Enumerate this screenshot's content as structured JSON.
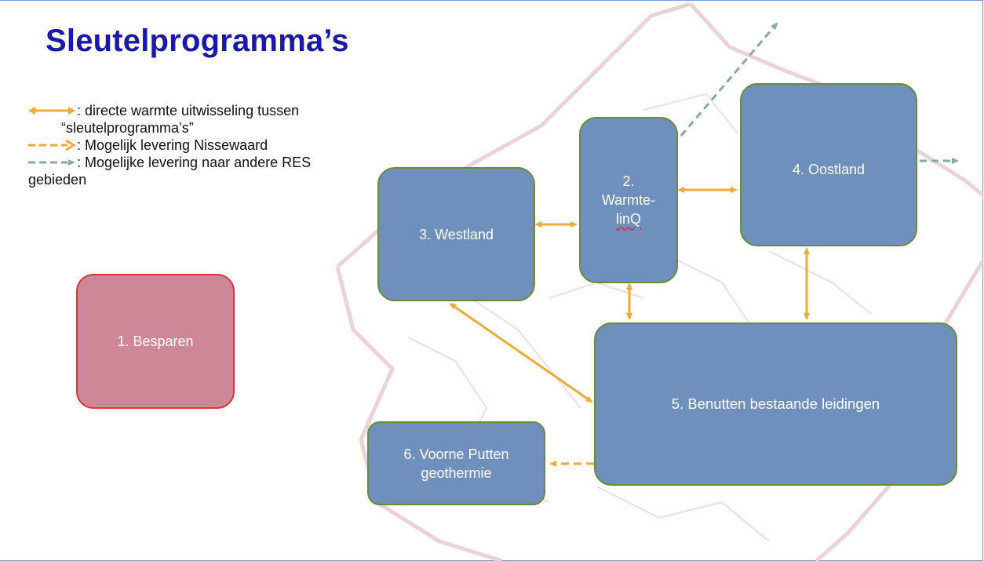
{
  "title": "Sleutelprogramma’s",
  "legend": [
    {
      "text": ": directe warmte uitwisseling tussen “sleutelprogramma’s”",
      "line1": ": directe warmte uitwisseling tussen",
      "line2": "“sleutelprogramma’s”"
    },
    {
      "text": ": Mogelijk levering Nissewaard"
    },
    {
      "text": ": Mogelijke levering naar andere RES gebieden",
      "line1": ": Mogelijke levering naar andere RES",
      "line2": "gebieden"
    }
  ],
  "boxes": {
    "besparen": "1. Besparen",
    "warmtelinq_line1": "2.",
    "warmtelinq_line2": "Warmte-",
    "warmtelinq_line3": "linQ",
    "westland": "3. Westland",
    "oostland": "4. Oostland",
    "benutten": "5. Benutten bestaande leidingen",
    "voorne_line1": "6. Voorne Putten",
    "voorne_line2": "geothermie"
  },
  "colors": {
    "title": "#1a1aa6",
    "box_blue": "#6f8fbc",
    "box_border": "#6b8a3a",
    "besparen_fill": "#cd8796",
    "besparen_border": "#d9353a",
    "arrow_orange": "#f2a93b",
    "arrow_green": "#8aaa9a",
    "map_line": "#e7cdd3"
  }
}
